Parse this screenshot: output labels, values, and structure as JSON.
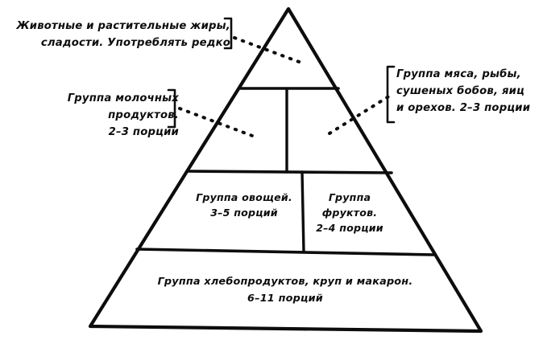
{
  "diagram": {
    "type": "food-pyramid",
    "title_visible": false,
    "language": "ru",
    "ink_color": "#0d0d0d",
    "background_color": "#ffffff"
  },
  "labels": {
    "fats": {
      "text": "Животные и растительные жиры,\nсладости. Употреблять редко",
      "bracket": "right"
    },
    "dairy": {
      "text": "Группа молочных продуктов.\n2–3 порции",
      "bracket": "right"
    },
    "meat": {
      "text": "Группа мяса, рыбы,\nсушеных бобов, яиц\nи орехов. 2–3 порции",
      "bracket": "left"
    },
    "vegetables": {
      "text": "Группа овощей.\n3–5 порций"
    },
    "fruits": {
      "text": "Группа\nфруктов.\n2–4 порции"
    },
    "grains": {
      "text": "Группа хлебопродуктов, круп и макарон.\n6–11 порций"
    }
  },
  "tiers": [
    {
      "name": "fats-and-sweets",
      "servings": "редко"
    },
    {
      "name": "dairy",
      "servings": "2–3 порции"
    },
    {
      "name": "meat-fish-beans-eggs-nuts",
      "servings": "2–3 порции"
    },
    {
      "name": "vegetables",
      "servings": "3–5 порций"
    },
    {
      "name": "fruits",
      "servings": "2–4 порции"
    },
    {
      "name": "grains-cereals-pasta",
      "servings": "6–11 порций"
    }
  ]
}
